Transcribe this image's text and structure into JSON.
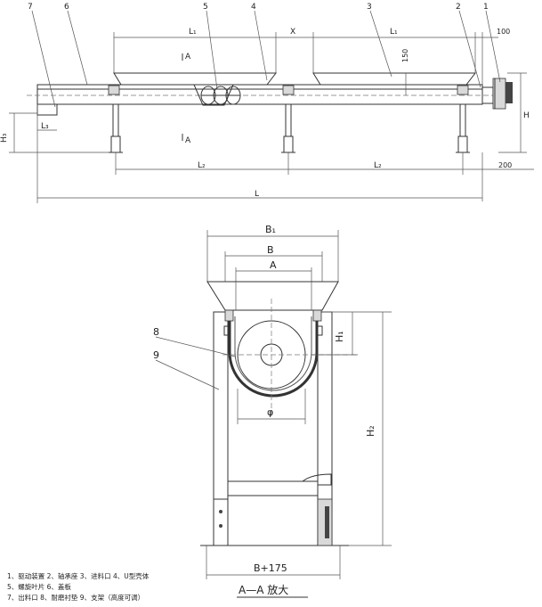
{
  "side_view": {
    "callouts": [
      "1",
      "2",
      "3",
      "4",
      "5",
      "6",
      "7"
    ],
    "dims": {
      "l1_left": "L₁",
      "x": "X",
      "l1_right": "L₁",
      "d100": "100",
      "d150": "150",
      "section_a_top": "A",
      "section_a_bottom": "A",
      "h": "H",
      "h3": "H₃",
      "l3": "L₃",
      "l2_left": "L₂",
      "l2_right": "L₂",
      "d200": "200",
      "l": "L"
    }
  },
  "section_view": {
    "dims": {
      "b1": "B₁",
      "b": "B",
      "a": "A",
      "h1": "H₁",
      "h2": "H₂",
      "phi": "φ",
      "b175": "B+175"
    },
    "callouts": [
      "8",
      "9"
    ],
    "title": "A—A 放大"
  },
  "legend": [
    "1、驱动装置  2、轴承座  3、进料口  4、U型壳体",
    "5、螺旋叶片  6、盖板",
    "7、出料口  8、耐磨衬垫  9、支架（高度可调）"
  ]
}
